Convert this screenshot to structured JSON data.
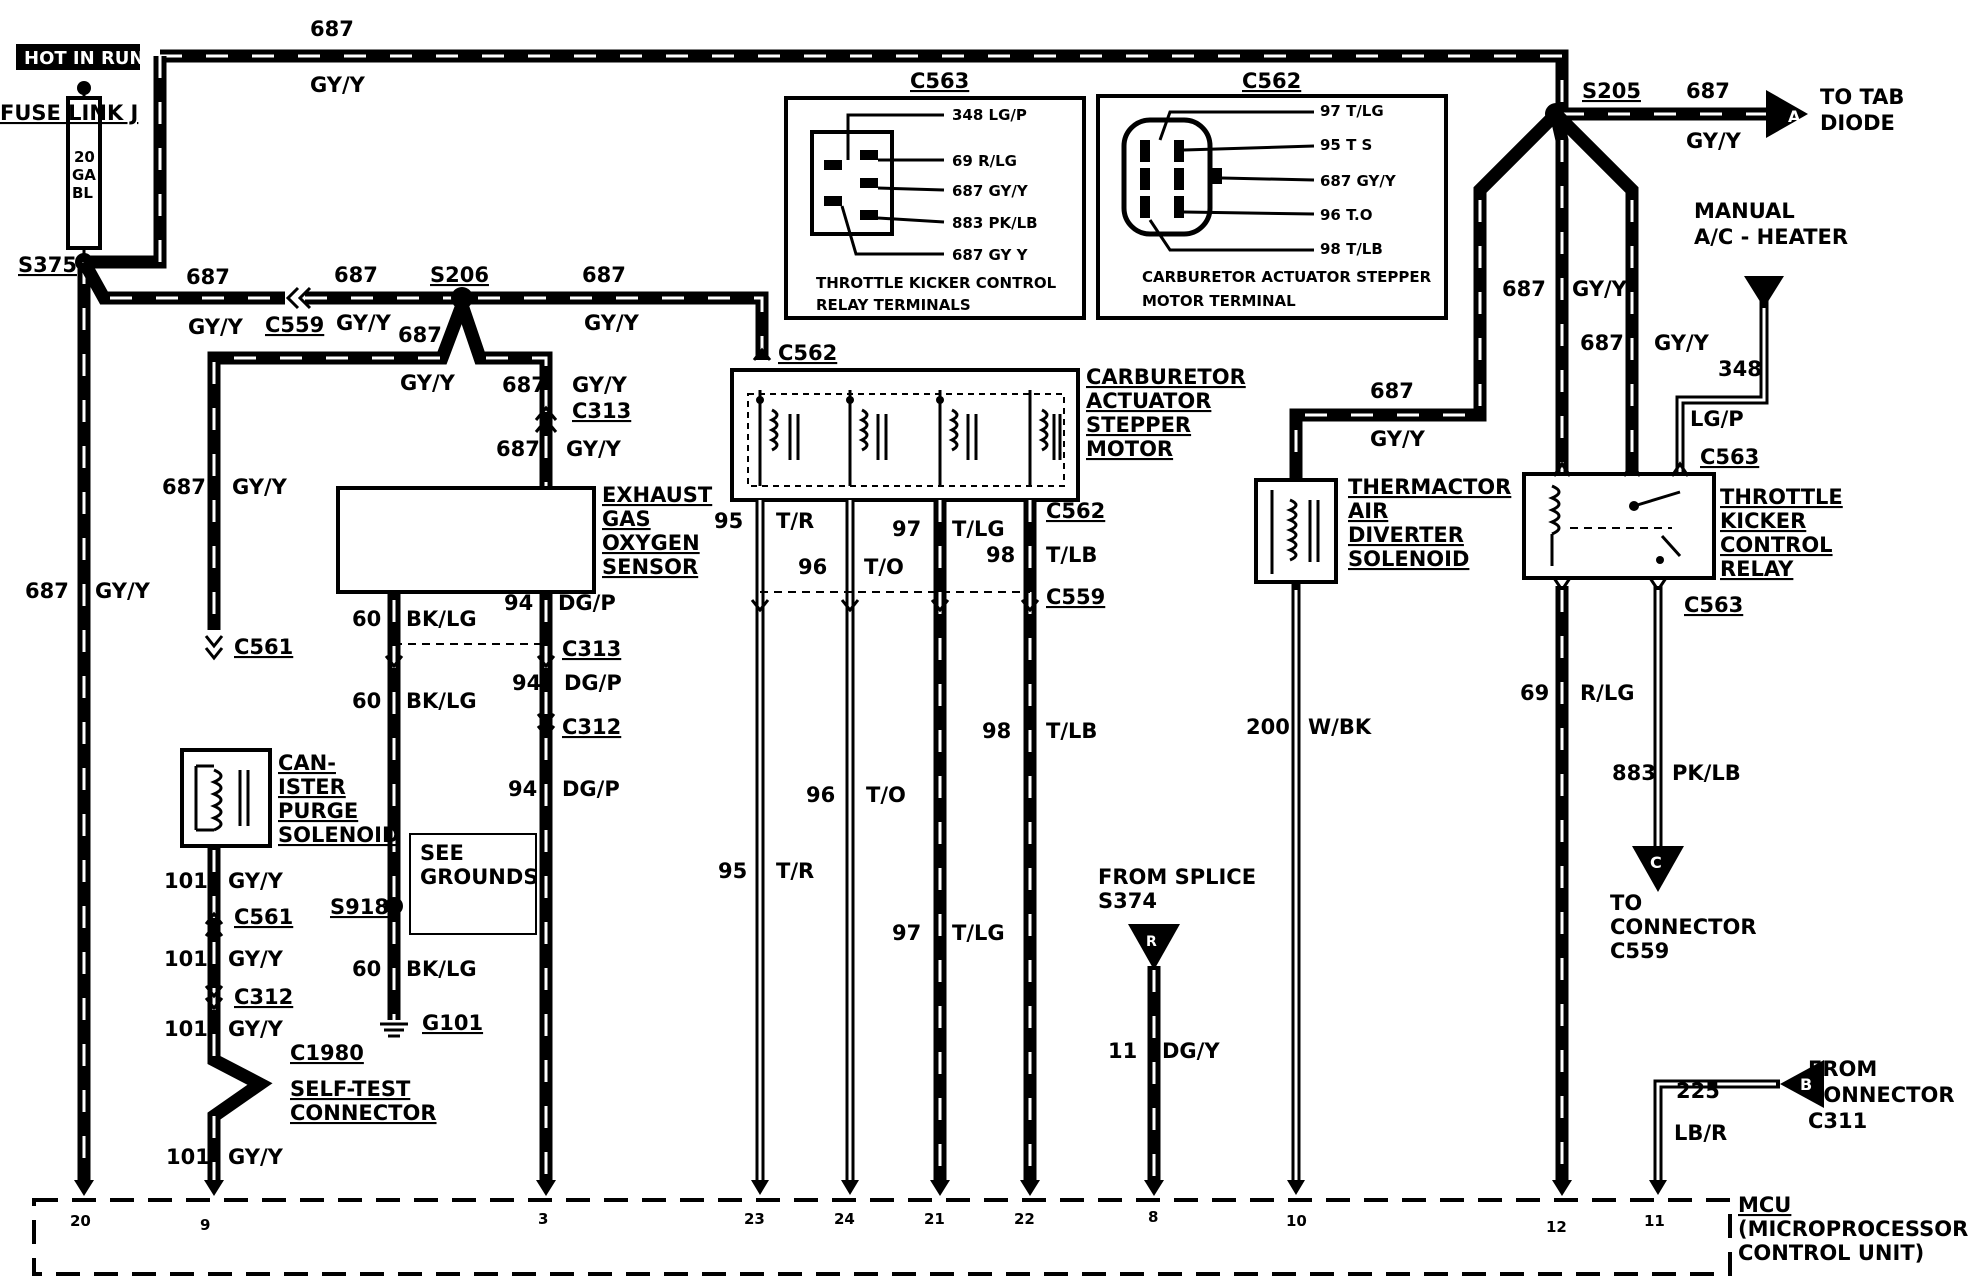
{
  "hot_in_run": "HOT IN RUN",
  "fuse_link": "FUSE LINK J",
  "fuse_ga": [
    "20",
    "GA",
    "BL"
  ],
  "splices": {
    "s375": "S375",
    "s206": "S206",
    "s205": "S205",
    "s918": "S918",
    "g101": "G101"
  },
  "wire_687": "687",
  "color_gyy": "GY/Y",
  "conn": {
    "c559": "C559",
    "c313": "C313",
    "c562": "C562",
    "c563": "C563",
    "c561": "C561",
    "c312": "C312",
    "c1980": "C1980"
  },
  "to_tab": "TO TAB DIODE",
  "manual_ac": "MANUAL A/C - HEATER",
  "c563_box": {
    "title": "C563",
    "pins": [
      "348 LG/P",
      "69 R/LG",
      "687 GY/Y",
      "883 PK/LB",
      "687 GY Y"
    ],
    "caption": [
      "THROTTLE KICKER CONTROL",
      "RELAY TERMINALS"
    ]
  },
  "c562_box": {
    "title": "C562",
    "pins": [
      "97 T/LG",
      "95 T S",
      "687 GY/Y",
      "96 T.O",
      "98 T/LB"
    ],
    "caption": [
      "CARBURETOR ACTUATOR STEPPER",
      "MOTOR TERMINAL"
    ]
  },
  "components": {
    "carb": [
      "CARBURETOR",
      "ACTUATOR",
      "STEPPER",
      "MOTOR"
    ],
    "oxygen": [
      "EXHAUST",
      "GAS",
      "OXYGEN",
      "SENSOR"
    ],
    "canister": [
      "CAN-",
      "ISTER",
      "PURGE",
      "SOLENOID"
    ],
    "thermactor": [
      "THERMACTOR",
      "AIR",
      "DIVERTER",
      "SOLENOID"
    ],
    "throttle": [
      "THROTTLE",
      "KICKER",
      "CONTROL",
      "RELAY"
    ],
    "self_test": [
      "SELF-TEST",
      "CONNECTOR"
    ],
    "see_grounds": [
      "SEE",
      "GROUNDS"
    ],
    "mcu": [
      "MCU",
      "(MICROPROCESSOR",
      "CONTROL UNIT)"
    ]
  },
  "wires": {
    "w95": "95",
    "tr": "T/R",
    "w96": "96",
    "to": "T/O",
    "w97": "97",
    "tlg": "T/LG",
    "w98": "98",
    "tlb": "T/LB",
    "w60": "60",
    "bklg": "BK/LG",
    "w94": "94",
    "dgp": "DG/P",
    "w101": "101",
    "w200": "200",
    "wbk": "W/BK",
    "w69": "69",
    "rlg": "R/LG",
    "w883": "883",
    "pklb": "PK/LB",
    "w348": "348",
    "lgp": "LG/P",
    "w11": "11",
    "dgy": "DG/Y",
    "w225": "225",
    "lbr": "LB/R"
  },
  "from_splice": [
    "FROM SPLICE",
    "S374"
  ],
  "to_connector": [
    "TO",
    "CONNECTOR",
    "C559"
  ],
  "from_connector": [
    "FROM",
    "CONNECTOR",
    "C311"
  ],
  "markers": {
    "a": "A",
    "b": "B",
    "c": "C",
    "r": "R"
  },
  "pins": {
    "p20": "20",
    "p9": "9",
    "p3": "3",
    "p23": "23",
    "p24": "24",
    "p21": "21",
    "p22": "22",
    "p8": "8",
    "p10": "10",
    "p12": "12",
    "p11": "11"
  }
}
